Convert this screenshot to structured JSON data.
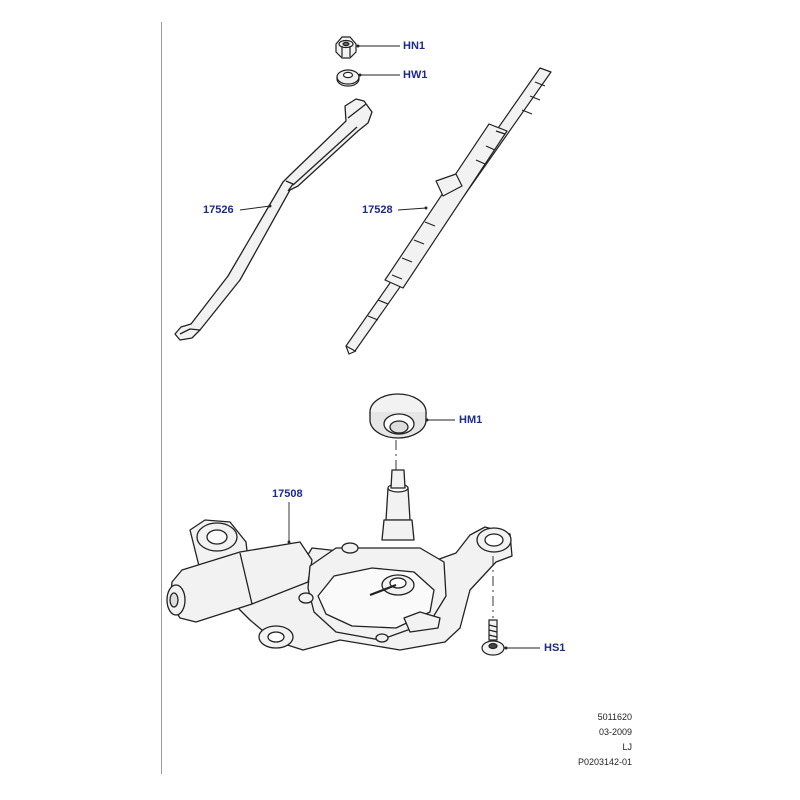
{
  "callouts": {
    "hn1": "HN1",
    "hw1": "HW1",
    "arm": "17526",
    "blade": "17528",
    "grommet": "HM1",
    "motor": "17508",
    "screw": "HS1"
  },
  "footer": {
    "line1": "5011620",
    "line2": "03-2009",
    "line3": "LJ",
    "line4": "P0203142-01"
  },
  "colors": {
    "callout": "#1c2a8a",
    "stroke": "#222222",
    "fill": "#f2f2f2"
  }
}
